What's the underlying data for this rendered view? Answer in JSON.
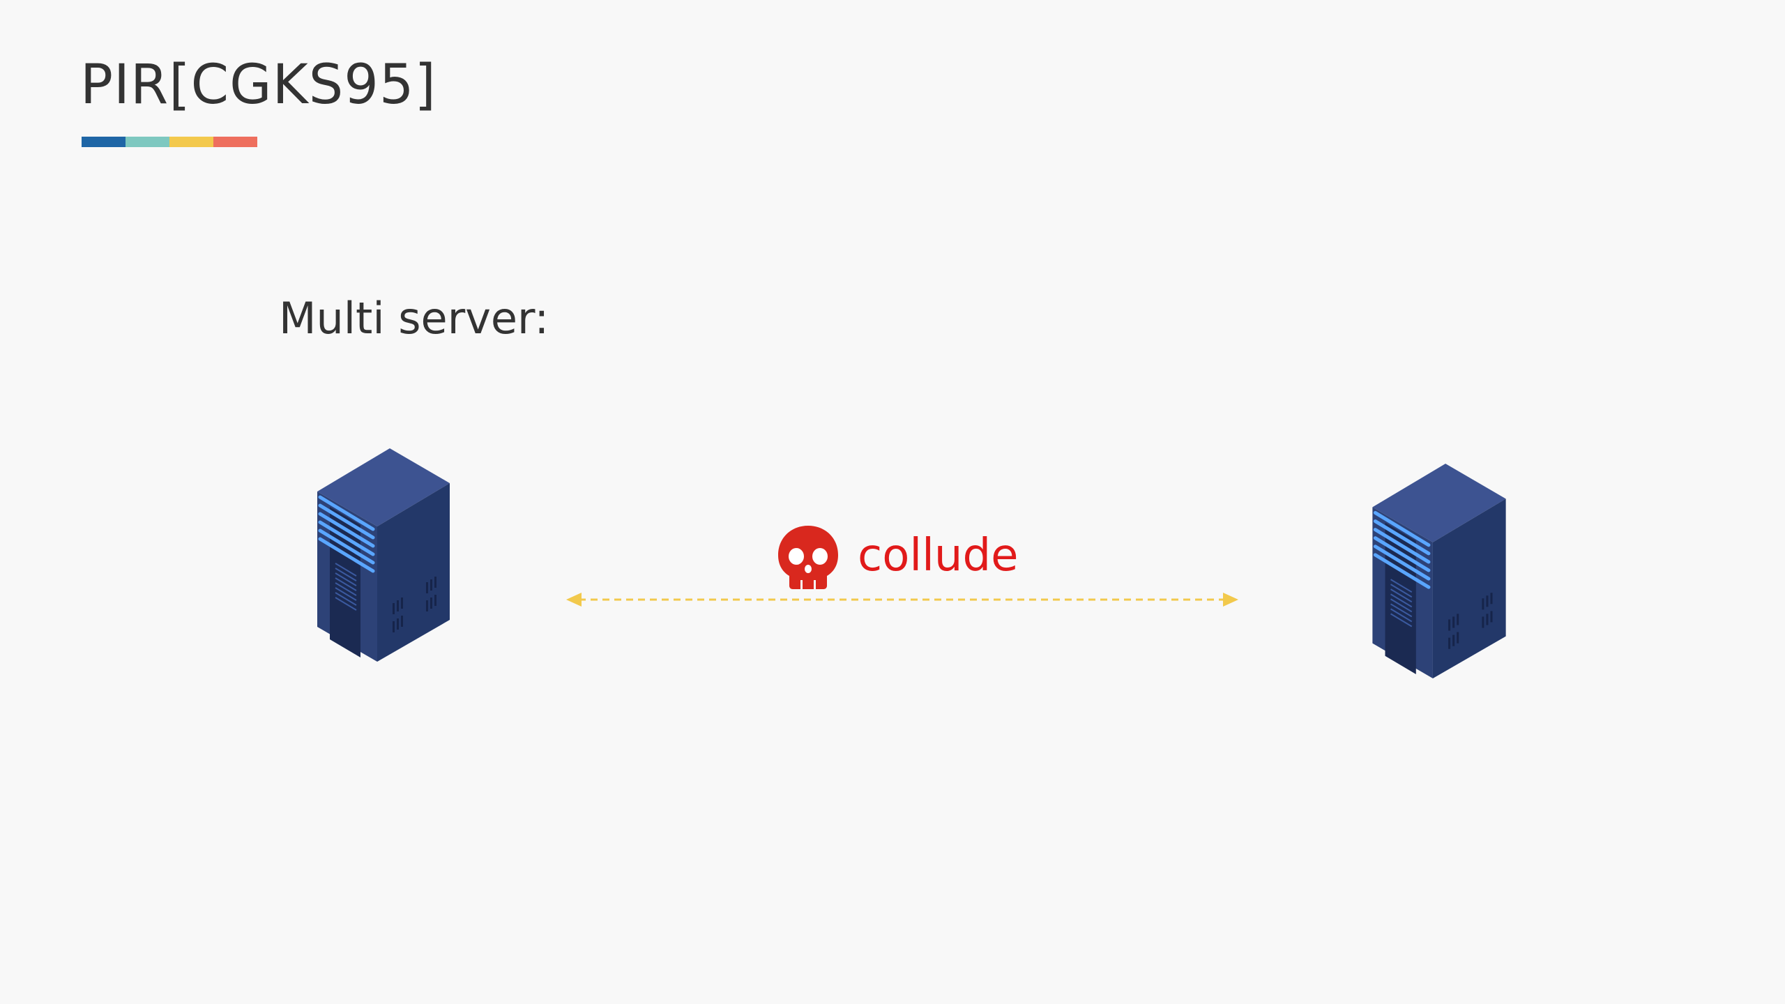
{
  "slide": {
    "title": "PIR[CGKS95]",
    "title_bar_colors": [
      "#1f66a6",
      "#7ec8c0",
      "#f3c94d",
      "#ee6f5e"
    ],
    "subtitle": "Multi server:"
  },
  "diagram": {
    "servers": [
      {
        "name": "server-left",
        "icon": "server-rack-icon"
      },
      {
        "name": "server-right",
        "icon": "server-rack-icon"
      }
    ],
    "link": {
      "label": "collude",
      "label_color": "#e11a1a",
      "icon": "skull-icon",
      "icon_color": "#d9281e",
      "line_color": "#f2c94c",
      "style": "dashed",
      "arrows": "both"
    },
    "server_colors": {
      "top": "#3d5391",
      "front": "#2d4277",
      "side": "#364c87",
      "dark": "#1b2a52",
      "lights": "#5aa6ff"
    }
  }
}
